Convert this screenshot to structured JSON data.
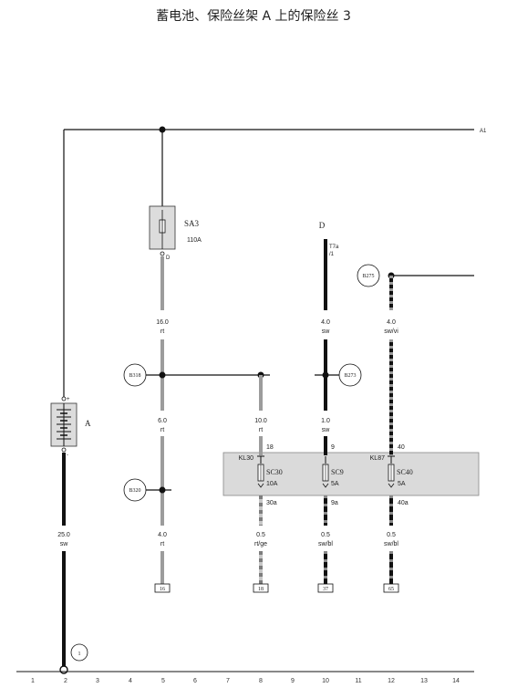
{
  "title": "蓄电池、保险丝架 A 上的保险丝 3",
  "edge_ref": "A1",
  "battery": {
    "label": "A",
    "plus": "+",
    "minus": "-",
    "ground_ref": "1"
  },
  "fuse_sa3": {
    "label": "SA3",
    "rating": "110A",
    "pin": "D"
  },
  "connector_d": {
    "label": "D",
    "pin": "T7a",
    "pin_no": "/1"
  },
  "ground_wire": {
    "size": "25.0",
    "color": "sw"
  },
  "wires": [
    {
      "id": "w16",
      "size": "16.0",
      "color": "rt"
    },
    {
      "id": "w6",
      "size": "6.0",
      "color": "rt"
    },
    {
      "id": "w4",
      "size": "4.0",
      "color": "rt"
    },
    {
      "id": "w10",
      "size": "10.0",
      "color": "rt"
    },
    {
      "id": "w05rtge",
      "size": "0.5",
      "color": "rt/ge"
    },
    {
      "id": "w4sw",
      "size": "4.0",
      "color": "sw"
    },
    {
      "id": "w1sw",
      "size": "1.0",
      "color": "sw"
    },
    {
      "id": "w05swbl1",
      "size": "0.5",
      "color": "sw/bl"
    },
    {
      "id": "w4swvi",
      "size": "4.0",
      "color": "sw/vi"
    },
    {
      "id": "w05swbl2",
      "size": "0.5",
      "color": "sw/bl"
    }
  ],
  "splices": [
    "B318",
    "B320",
    "B273",
    "B275"
  ],
  "fuse_holder": {
    "terminals": [
      "KL30",
      "KL87"
    ],
    "fuses": [
      {
        "label": "SC30",
        "rating": "10A",
        "pin_in": "18",
        "pin_out": "30a"
      },
      {
        "label": "SC9",
        "rating": "5A",
        "pin_in": "9",
        "pin_out": "9a"
      },
      {
        "label": "SC40",
        "rating": "5A",
        "pin_in": "40",
        "pin_out": "40a"
      }
    ]
  },
  "refs": [
    "16",
    "18",
    "37",
    "65"
  ],
  "ruler": [
    "1",
    "2",
    "3",
    "4",
    "5",
    "6",
    "7",
    "8",
    "9",
    "10",
    "11",
    "12",
    "13",
    "14"
  ]
}
